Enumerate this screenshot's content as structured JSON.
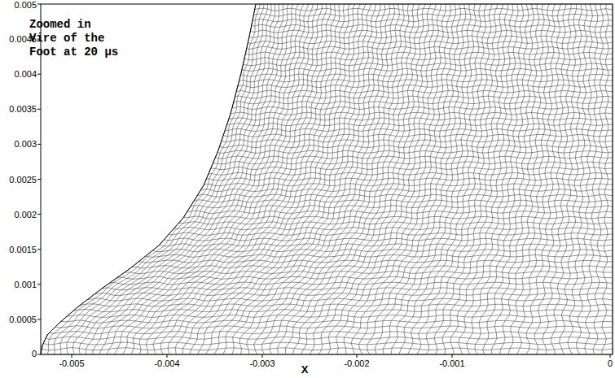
{
  "diagram": {
    "labels": [
      "Zoomed in Vire of the Foot at 20 μs",
      "0.005",
      "0.0045",
      "0.004",
      "0.0035",
      "0.003",
      "0.0025",
      "0.002",
      "0.0015",
      "0.001",
      "0.0005",
      "0",
      "-0.005",
      "-0.004",
      "-0.003",
      "-0.002",
      "-0.001",
      "0",
      "X"
    ]
  }
}
